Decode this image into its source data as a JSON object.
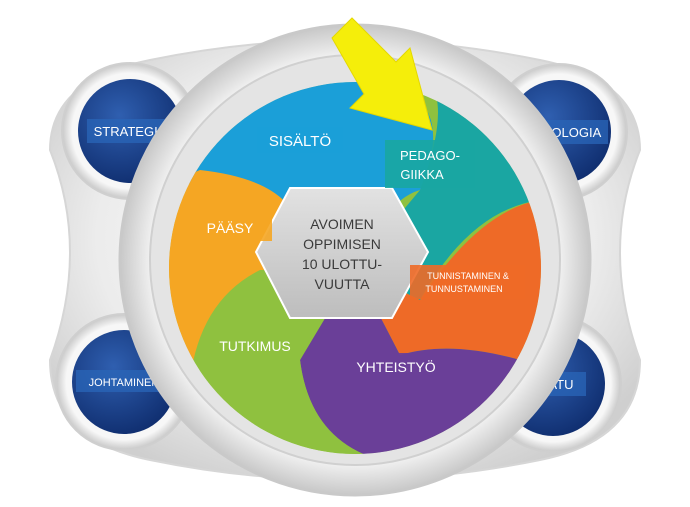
{
  "center": {
    "lines": [
      "AVOIMEN",
      "OPPIMISEN",
      "10 ULOTTU-",
      "VUUTTA"
    ]
  },
  "segments": {
    "sisalto": {
      "label": "SISÄLTÖ",
      "color": "#1b9fd8"
    },
    "pedagogiikka": {
      "label_line1": "PEDAGO-",
      "label_line2": "GIIKKA",
      "color": "#1aa6a2"
    },
    "tunnistaminen": {
      "label_line1": "TUNNISTAMINEN &",
      "label_line2": "TUNNUSTAMINEN",
      "color": "#ee6a27"
    },
    "yhteistyo": {
      "label": "YHTEISTYÖ",
      "color": "#6a3f98"
    },
    "tutkimus": {
      "label": "TUTKIMUS",
      "color": "#8fc13f"
    },
    "paasy": {
      "label": "PÄÄSY",
      "color": "#f5a623"
    }
  },
  "corners": {
    "strategia": "STRATEGIA",
    "teknologia": "TEKNOLOGIA",
    "johtaminen": "JOHTAMINEN",
    "laatu": "LAATU"
  },
  "colors": {
    "corner_circle": "#1b3f8c",
    "arrow": "#f5ee0a",
    "hexagon": "#d2d2d2",
    "frame": "#e6e6e6"
  }
}
